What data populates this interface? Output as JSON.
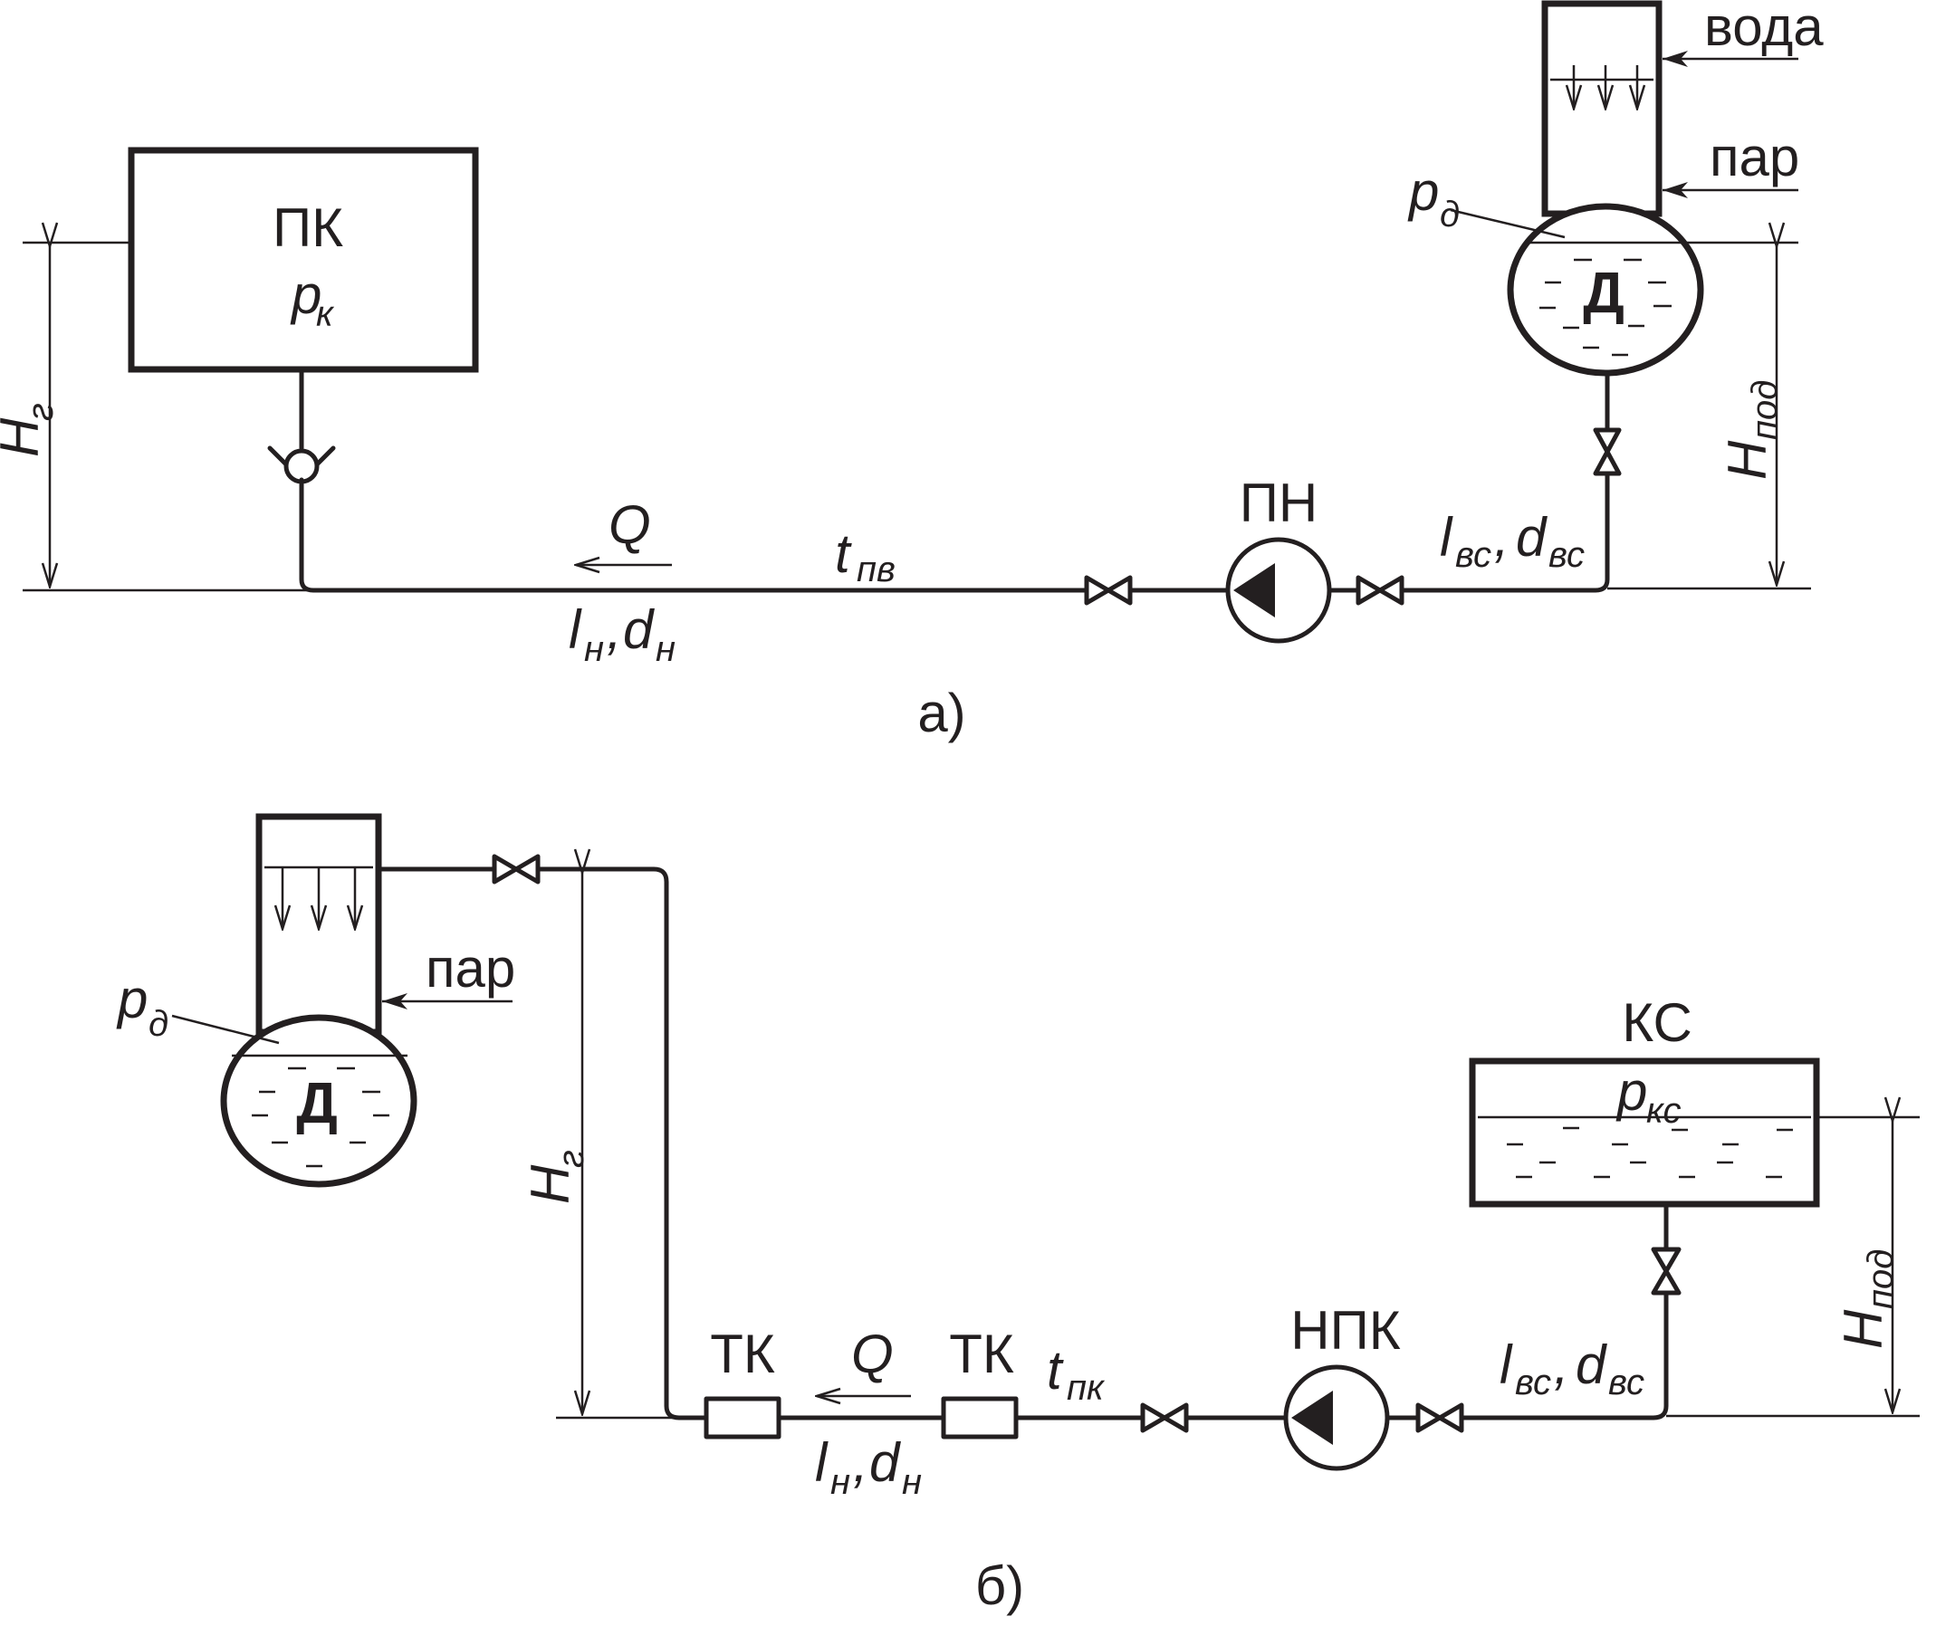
{
  "diagram_a": {
    "caption": "а)",
    "boiler": {
      "name": "ПК",
      "pressure_main": "p",
      "pressure_sub": "к"
    },
    "deaerator": {
      "name": "Д",
      "pressure_main": "p",
      "pressure_sub": "д",
      "water_label": "вода",
      "steam_label": "пар"
    },
    "pump": {
      "name": "ПН"
    },
    "flow": {
      "label": "Q"
    },
    "temperature": {
      "main": "t",
      "sub": "пв"
    },
    "discharge_line": {
      "l": "l",
      "l_sub": "н",
      "sep": ",",
      "d": "d",
      "d_sub": "н"
    },
    "suction_line": {
      "l": "l",
      "l_sub": "вс",
      "sep": ",",
      "d": "d",
      "d_sub": "вс"
    },
    "geometric_head": {
      "main": "H",
      "sub": "г"
    },
    "suction_head": {
      "main": "H",
      "sub": "под"
    }
  },
  "diagram_b": {
    "caption": "б)",
    "deaerator": {
      "name": "Д",
      "pressure_main": "p",
      "pressure_sub": "д",
      "steam_label": "пар"
    },
    "condensate_collector": {
      "name": "КС",
      "pressure_main": "p",
      "pressure_sub": "кс"
    },
    "pump": {
      "name": "НПК"
    },
    "heat_exchanger_1": {
      "name": "ТК"
    },
    "heat_exchanger_2": {
      "name": "ТК"
    },
    "flow": {
      "label": "Q"
    },
    "temperature": {
      "main": "t",
      "sub": "пк"
    },
    "discharge_line": {
      "l": "l",
      "l_sub": "н",
      "sep": ",",
      "d": "d",
      "d_sub": "н"
    },
    "suction_line": {
      "l": "l",
      "l_sub": "вс",
      "sep": ",",
      "d": "d",
      "d_sub": "вс"
    },
    "geometric_head": {
      "main": "H",
      "sub": "г"
    },
    "suction_head": {
      "main": "H",
      "sub": "под"
    }
  }
}
